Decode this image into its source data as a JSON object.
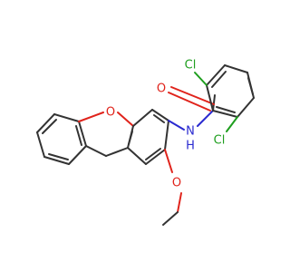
{
  "molecule": {
    "atoms": {
      "o_ring": {
        "label": "O",
        "color": "#e0231b"
      },
      "o_carbonyl": {
        "label": "O",
        "color": "#e0231b"
      },
      "o_methoxy": {
        "label": "O",
        "color": "#e0231b"
      },
      "n_amide": {
        "label": "N",
        "color": "#2a2ad0"
      },
      "h_amide": {
        "label": "H",
        "color": "#2a2ad0"
      },
      "cl_top": {
        "label": "Cl",
        "color": "#1e9e1e"
      },
      "cl_bottom": {
        "label": "Cl",
        "color": "#1e9e1e"
      }
    }
  }
}
